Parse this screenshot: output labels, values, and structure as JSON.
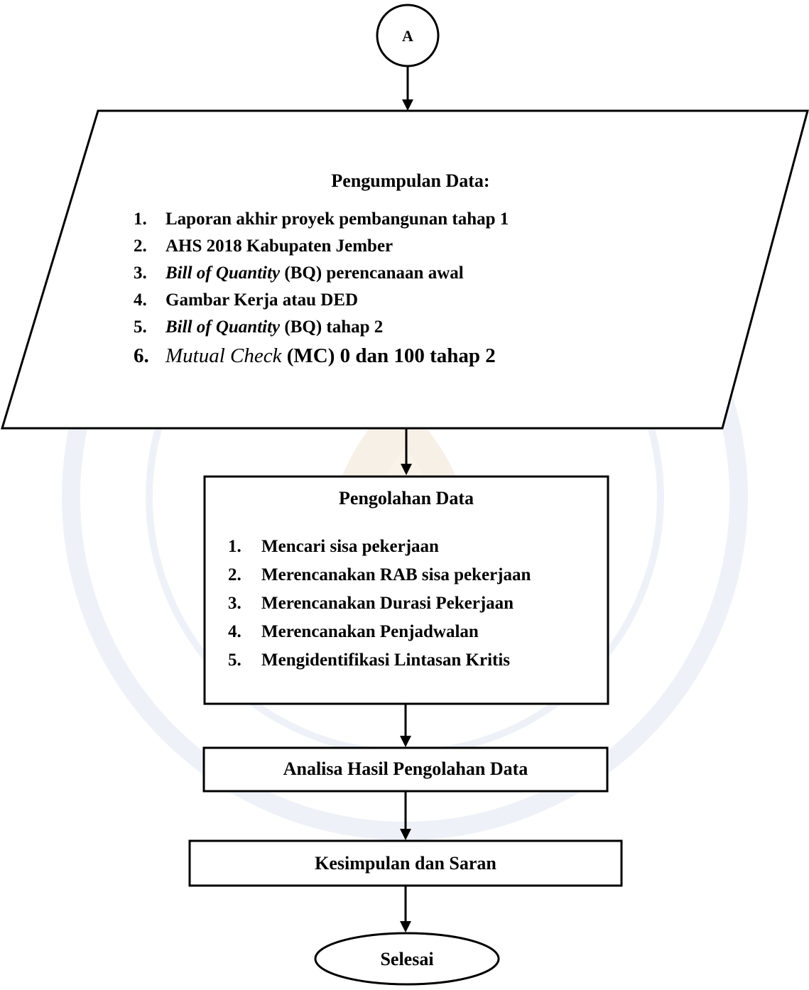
{
  "connector": {
    "label": "A"
  },
  "data_collection": {
    "title": "Pengumpulan Data:",
    "items": [
      {
        "num": "1.",
        "pre": "",
        "italic": "",
        "post": "Laporan akhir proyek pembangunan tahap 1"
      },
      {
        "num": "2.",
        "pre": "",
        "italic": "",
        "post": "AHS 2018 Kabupaten Jember"
      },
      {
        "num": "3.",
        "pre": "",
        "italic": "Bill of Quantity",
        "post": " (BQ) perencanaan awal"
      },
      {
        "num": "4.",
        "pre": "",
        "italic": "",
        "post": "Gambar Kerja atau DED"
      },
      {
        "num": "5.",
        "pre": "",
        "italic": "Bill of Quantity",
        "post": " (BQ) tahap 2"
      },
      {
        "num": "6.",
        "pre": "",
        "italic": "Mutual Check",
        "post": " (MC) 0 dan 100 tahap 2"
      }
    ]
  },
  "data_processing": {
    "title": "Pengolahan Data",
    "items": [
      {
        "num": "1.",
        "text": "Mencari sisa pekerjaan"
      },
      {
        "num": "2.",
        "text": "Merencanakan RAB sisa pekerjaan"
      },
      {
        "num": "3.",
        "text": "Merencanakan Durasi Pekerjaan"
      },
      {
        "num": "4.",
        "text": "Merencanakan Penjadwalan"
      },
      {
        "num": "5.",
        "text": "Mengidentifikasi Lintasan Kritis"
      }
    ]
  },
  "analysis": {
    "label": "Analisa Hasil Pengolahan Data"
  },
  "conclusion": {
    "label": "Kesimpulan dan Saran"
  },
  "end": {
    "label": "Selesai"
  },
  "colors": {
    "stroke": "#000000",
    "background": "#ffffff",
    "watermark": "#e9eef6"
  }
}
